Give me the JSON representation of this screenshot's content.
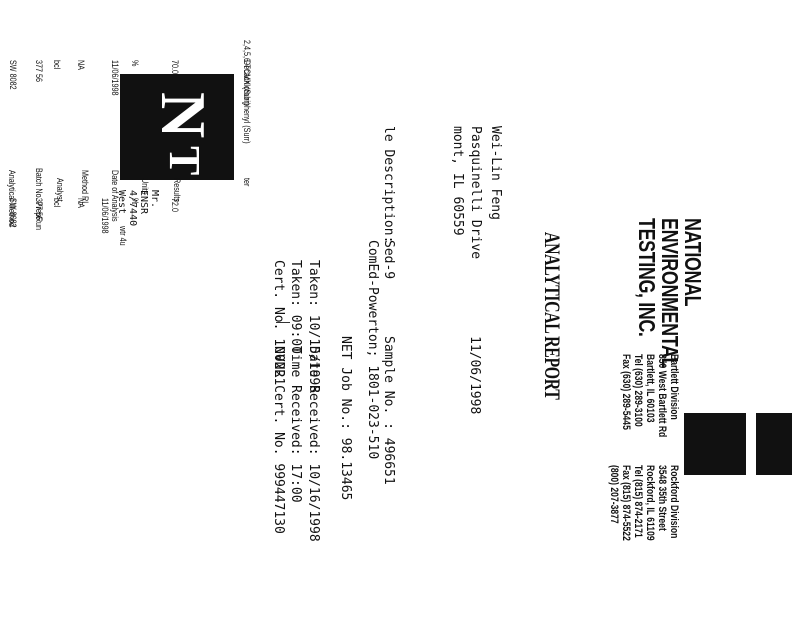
{
  "company": {
    "name_lines": [
      "NATIONAL",
      "ENVIRONMENTAL",
      "TESTING, INC."
    ],
    "divisions": [
      {
        "lines": [
          "Bartlett Division",
          "850 West Bartlett Rd",
          "Bartlett, IL 60103",
          "Tel (630) 289-3100",
          "Fax (630) 289-5445"
        ]
      },
      {
        "lines": [
          "Rockford Division",
          "3548 35th Street",
          "Rockford, IL 61109",
          "Tel (815) 874-2171",
          "Fax (815) 874-5522",
          "(800) 207-3877"
        ]
      }
    ]
  },
  "report": {
    "title": "ANALYTICAL REPORT",
    "date": "11/06/1998",
    "contact_name": "Wei-Lin Feng",
    "street": "Pasquinelli Drive",
    "city": "mont, IL 60559",
    "sample_no": "Sample No. : 496651",
    "job_no": "NET Job No.: 98.13465",
    "sample_description_label": "le Description:",
    "sample_description_value": "Sed-9",
    "project": "ComEd-Powerton; 1801-023-510",
    "date_taken": "Taken: 10/15/1998",
    "time_taken": "Taken: 09:00",
    "cert_no": "Cert. No. 100221",
    "date_received": "Date Received: 10/16/1998",
    "time_received": "Time Received: 17:00",
    "nvnr_cert": "NVNR Cert. No. 999447130"
  },
  "stamp": {
    "lines": [
      "Mr.",
      "ENSR",
      "4/7440",
      "West"
    ],
    "note": "wtr 4u"
  },
  "table": {
    "headers": [
      "ter",
      "Results",
      "Units",
      "Date of Analysis",
      "Method RL",
      "Analyst",
      "Batch No. PrepRun",
      "Analytical Method"
    ],
    "rows": [
      {
        "parameter": "Decachlorobiphenyl (Surr)",
        "result": "70.0",
        "units": "%",
        "date": "11/06/1998",
        "method_rl": "NA",
        "analyst": "bcl",
        "batch": "377 56",
        "method": "SW 8082"
      },
      {
        "parameter": "2,4,5,6-TCMX (Surr)",
        "result": "72.0",
        "units": "%",
        "date": "11/06/1998",
        "method_rl": "NA",
        "analyst": "bcl",
        "batch": "377 56",
        "method": "SW 8082"
      }
    ]
  },
  "logo_letters": [
    "N",
    "T"
  ]
}
